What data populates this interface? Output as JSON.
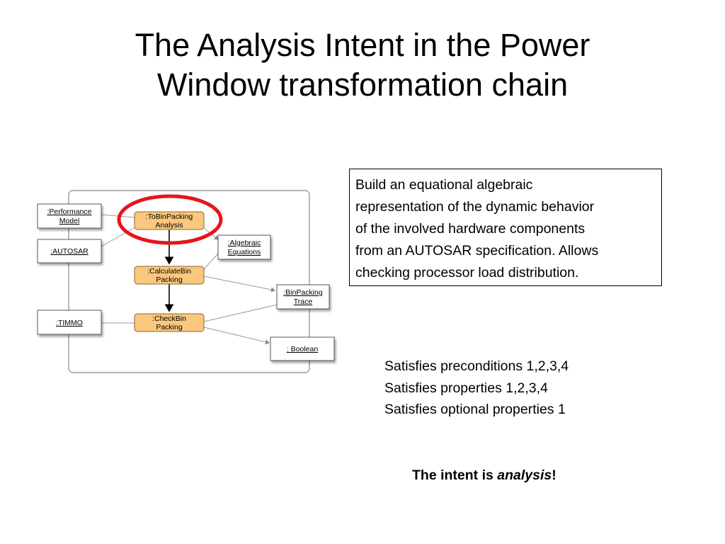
{
  "title": {
    "line1": "The Analysis Intent in the Power",
    "line2": "Window transformation chain"
  },
  "description": {
    "line1": "Build an equational algebraic",
    "line2": "representation of the dynamic behavior",
    "line3": "of the involved hardware components",
    "line4": "from an AUTOSAR specification. Allows",
    "line5": "checking processor load distribution."
  },
  "satisfies": [
    "Satisfies preconditions 1,2,3,4",
    "Satisfies properties 1,2,3,4",
    "Satisfies optional properties 1"
  ],
  "intent": {
    "prefix": "The intent is ",
    "emphasis": "analysis",
    "suffix": "!"
  },
  "diagram": {
    "nodes": {
      "performance_model": [
        ":Performance",
        "Model"
      ],
      "autosar": [
        ":AUTOSAR"
      ],
      "timmo": [
        ":TIMMO"
      ],
      "to_bin_packing": [
        ":ToBinPacking",
        "Analysis"
      ],
      "calculate_bin": [
        ":CalculateBin",
        "Packing"
      ],
      "check_bin": [
        ":CheckBin",
        "Packing"
      ],
      "algebraic": [
        ":Algebraic",
        "Equations"
      ],
      "bin_packing_trace": [
        ":BinPacking",
        "Trace"
      ],
      "boolean": [
        ": Boolean"
      ]
    },
    "colors": {
      "transformation_fill": "#f9c77d",
      "highlight": "#e8151b",
      "model_fill": "#ffffff"
    }
  }
}
